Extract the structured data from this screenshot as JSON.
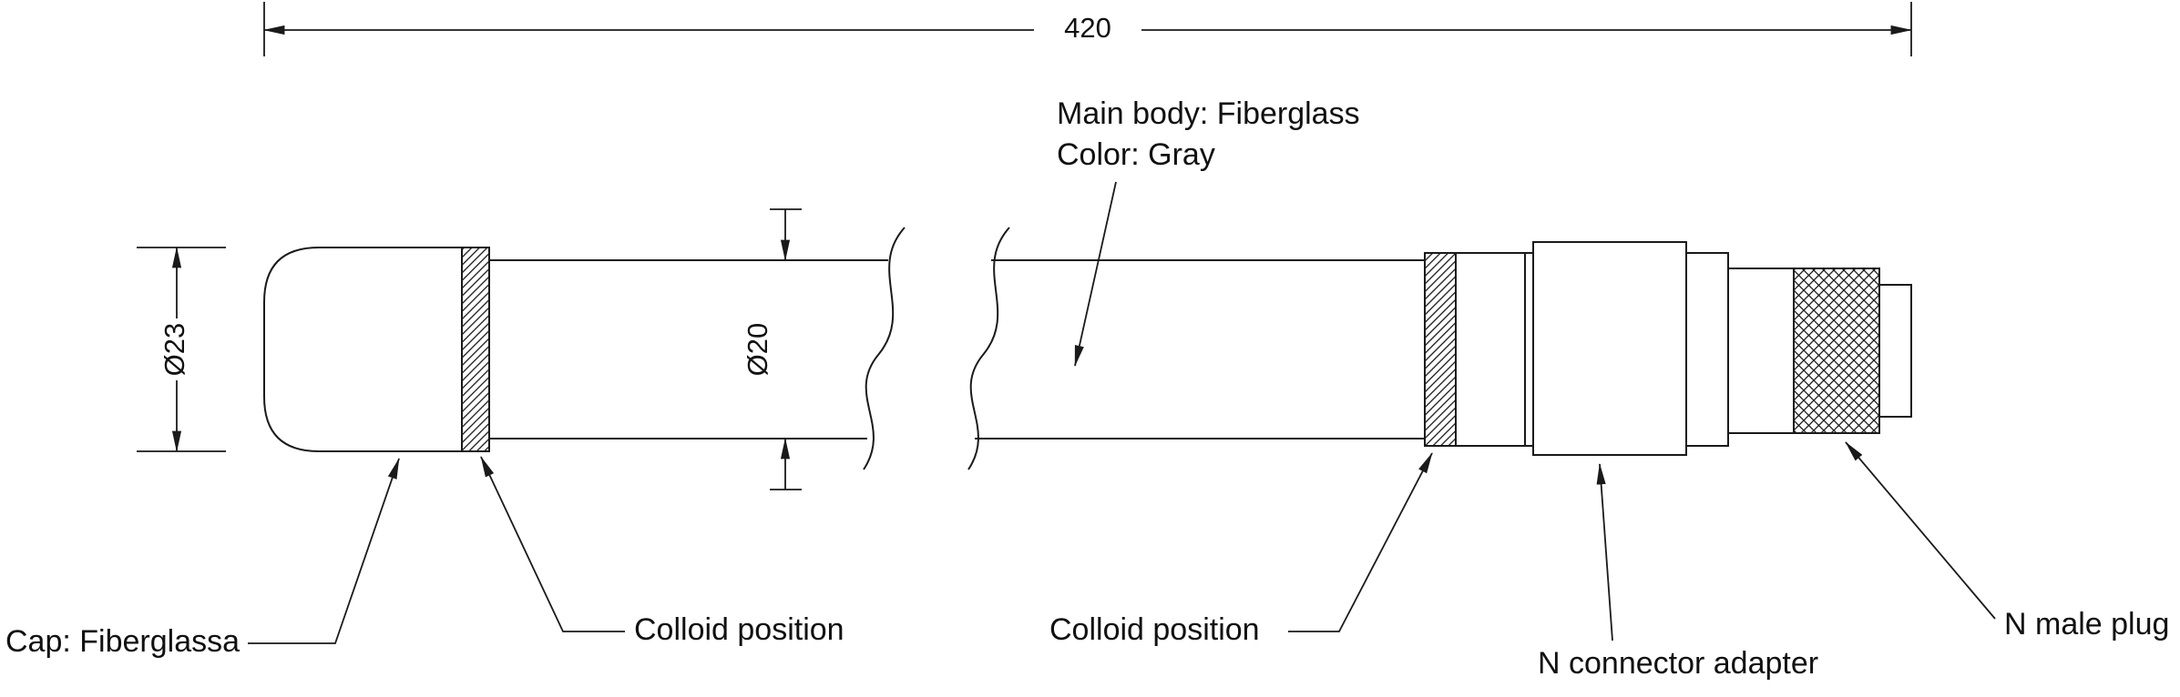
{
  "diagram": {
    "dimensions": {
      "overall_length": "420",
      "cap_diameter": "Ø23",
      "body_diameter": "Ø20"
    },
    "labels": {
      "main_body_line1": "Main body: Fiberglass",
      "main_body_line2": "Color: Gray",
      "cap": "Cap: Fiberglassa",
      "colloid_left": "Colloid position",
      "colloid_right": "Colloid position",
      "n_connector_adapter": "N connector adapter",
      "n_male_plug": "N male plug"
    },
    "colors": {
      "line": "#1a1a1a",
      "background": "#ffffff"
    }
  }
}
